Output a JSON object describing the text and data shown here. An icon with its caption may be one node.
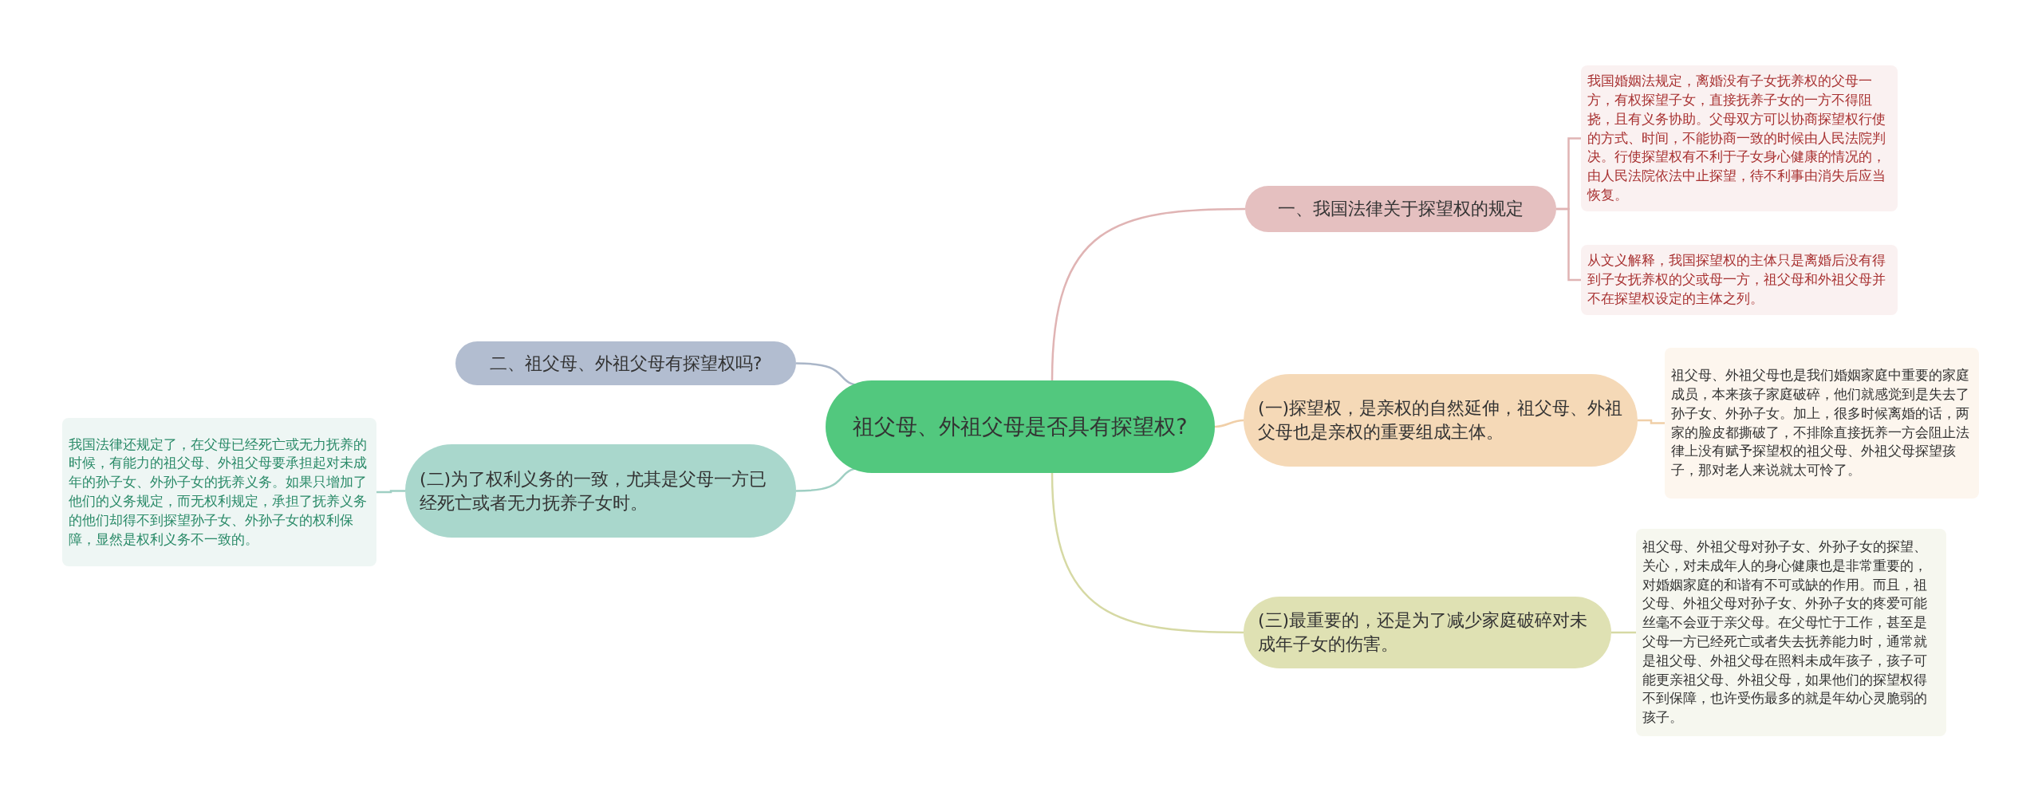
{
  "diagram": {
    "nodes": [
      {
        "text": [
          "祖父母、外祖父母是否具有探望权?"
        ]
      },
      {
        "text": [
          "一、我国法律关于探望权的规定"
        ]
      },
      {
        "text": [
          "我国婚姻法规定，离婚没有子女抚养权的父母一方，有权探望子女，直接抚养子女的一方不得阻挠，且有义务协助。父母双方可以协商探望权行使的方式、时间，不能协商一致的时候由人民法院判决。行使探望权有不利于子女身心健康的情况的，由人民法院依法中止探望，待不利事由消失后应当恢复。"
        ]
      },
      {
        "text": [
          "从文义解释，我国探望权的主体只是离婚后没有得到子女抚养权的父或母一方，祖父母和外祖父母并不在探望权设定的主体之列。"
        ]
      },
      {
        "text": [
          "(一)探望权，是亲权的自然延伸，祖父母、外祖父母也是亲权的重要组成主体。"
        ]
      },
      {
        "text": [
          "祖父母、外祖父母也是我们婚姻家庭中重要的家庭成员，本来孩子家庭破碎，他们就感觉到是失去了孙子女、外孙子女。加上，很多时候离婚的话，两家的脸皮都撕破了，不排除直接抚养一方会阻止法律上没有赋予探望权的祖父母、外祖父母探望孩子，那对老人来说就太可怜了。"
        ]
      },
      {
        "text": [
          "(三)最重要的，还是为了减少家庭破碎对未成年子女的伤害。"
        ]
      },
      {
        "text": [
          "祖父母、外祖父母对孙子女、外孙子女的探望、关心，对未成年人的身心健康也是非常重要的，对婚姻家庭的和谐有不可或缺的作用。而且，祖父母、外祖父母对孙子女、外孙子女的疼爱可能丝毫不会亚于亲父母。在父母忙于工作，甚至是父母一方已经死亡或者失去抚养能力时，通常就是祖父母、外祖父母在照料未成年孩子，孩子可能更亲祖父母、外祖父母，如果他们的探望权得不到保障，也许受伤最多的就是年幼心灵脆弱的孩子。"
        ]
      },
      {
        "text": [
          "二、祖父母、外祖父母有探望权吗?"
        ]
      },
      {
        "text": [
          "(二)为了权利义务的一致，尤其是父母一方已经死亡或者无力抚养子女时。"
        ]
      },
      {
        "text": [
          "我国法律还规定了，在父母已经死亡或无力抚养的时候，有能力的祖父母、外祖父母要承担起对未成年的孙子女、外孙子女的抚养义务。如果只增加了他们的义务规定，而无权利规定，承担了抚养义务的他们却得不到探望孙子女、外孙子女的权利保障，显然是权利义务不一致的。"
        ]
      }
    ],
    "edges": [
      {
        "from": 0,
        "to": 1,
        "arrow": "none",
        "color": "#e0b4b4"
      },
      {
        "from": 1,
        "to": 2,
        "arrow": "none",
        "color": "#e0b4b4"
      },
      {
        "from": 1,
        "to": 3,
        "arrow": "none",
        "color": "#e0b4b4"
      },
      {
        "from": 0,
        "to": 4,
        "arrow": "none",
        "color": "#f0cfa8"
      },
      {
        "from": 4,
        "to": 5,
        "arrow": "none",
        "color": "#f0cfa8"
      },
      {
        "from": 0,
        "to": 6,
        "arrow": "none",
        "color": "#d6d9a4"
      },
      {
        "from": 6,
        "to": 7,
        "arrow": "none",
        "color": "#d6d9a4"
      },
      {
        "from": 0,
        "to": 8,
        "arrow": "none",
        "color": "#aab6c8"
      },
      {
        "from": 0,
        "to": 9,
        "arrow": "none",
        "color": "#9fcfc3"
      },
      {
        "from": 9,
        "to": 10,
        "arrow": "none",
        "color": "#9fcfc3"
      }
    ]
  }
}
